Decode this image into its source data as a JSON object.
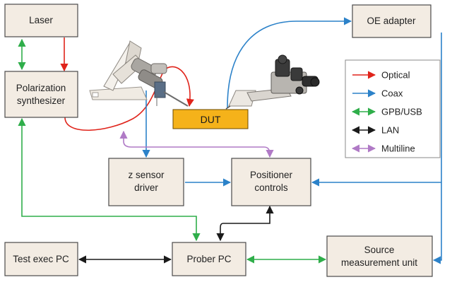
{
  "colors": {
    "optical": "#e0241b",
    "coax": "#2c82c9",
    "gpb_usb": "#2fae4a",
    "lan": "#1a1a1a",
    "multiline": "#b07ac6",
    "box_fill": "#f3ece3",
    "dut_fill": "#f5b21a"
  },
  "boxes": {
    "laser": "Laser",
    "polarization_line1": "Polarization",
    "polarization_line2": "synthesizer",
    "oe_adapter": "OE adapter",
    "z_sensor_line1": "z sensor",
    "z_sensor_line2": "driver",
    "positioner_line1": "Positioner",
    "positioner_line2": "controls",
    "test_exec_pc": "Test exec PC",
    "prober_pc": "Prober PC",
    "smu_line1": "Source",
    "smu_line2": "measurement unit",
    "dut": "DUT"
  },
  "legend": {
    "items": [
      {
        "label": "Optical",
        "color_key": "optical"
      },
      {
        "label": "Coax",
        "color_key": "coax"
      },
      {
        "label": "GPB/USB",
        "color_key": "gpb_usb"
      },
      {
        "label": "LAN",
        "color_key": "lan"
      },
      {
        "label": "Multiline",
        "color_key": "multiline"
      }
    ]
  },
  "illustrations": {
    "left": "optical-probe-positioner",
    "right": "electrical-probe-positioner"
  }
}
